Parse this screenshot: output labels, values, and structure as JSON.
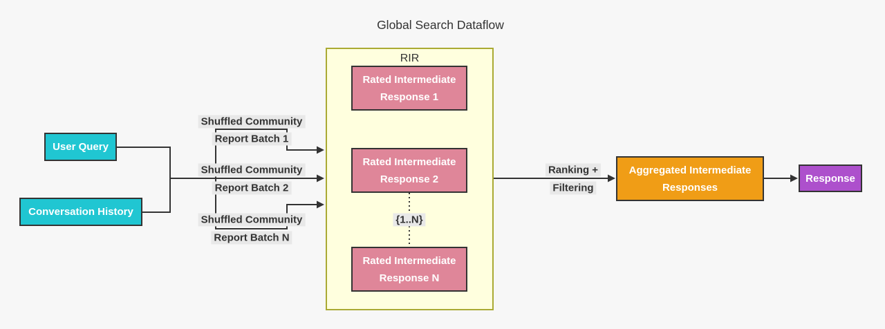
{
  "title": "Global Search Dataflow",
  "cluster": {
    "label": "RIR"
  },
  "nodes": {
    "user_query": "User Query",
    "conversation_history": "Conversation History",
    "rir1_line1": "Rated Intermediate",
    "rir1_line2": "Response 1",
    "rir2_line1": "Rated Intermediate",
    "rir2_line2": "Response 2",
    "rirN_line1": "Rated Intermediate",
    "rirN_line2": "Response N",
    "aggregated_line1": "Aggregated Intermediate",
    "aggregated_line2": "Responses",
    "response": "Response"
  },
  "edge_labels": {
    "batch1_line1": "Shuffled Community",
    "batch1_line2": "Report Batch 1",
    "batch2_line1": "Shuffled Community",
    "batch2_line2": "Report Batch 2",
    "batchN_line1": "Shuffled Community",
    "batchN_line2": "Report Batch N",
    "range": "{1..N}",
    "ranking_line1": "Ranking +",
    "ranking_line2": "Filtering"
  },
  "colors": {
    "background": "#f7f7f7",
    "edge_line": "#333333",
    "node_border": "#333333",
    "node_text": "#ffffff",
    "edge_label_text": "#333333",
    "edge_label_background": "#e8e8e8",
    "cyan_node": "#20c6d2",
    "pink_node": "#df8699",
    "orange_node": "#f09d16",
    "purple_node": "#ad50cc",
    "cluster_fill": "#ffffde",
    "cluster_border": "#aaaa33"
  }
}
